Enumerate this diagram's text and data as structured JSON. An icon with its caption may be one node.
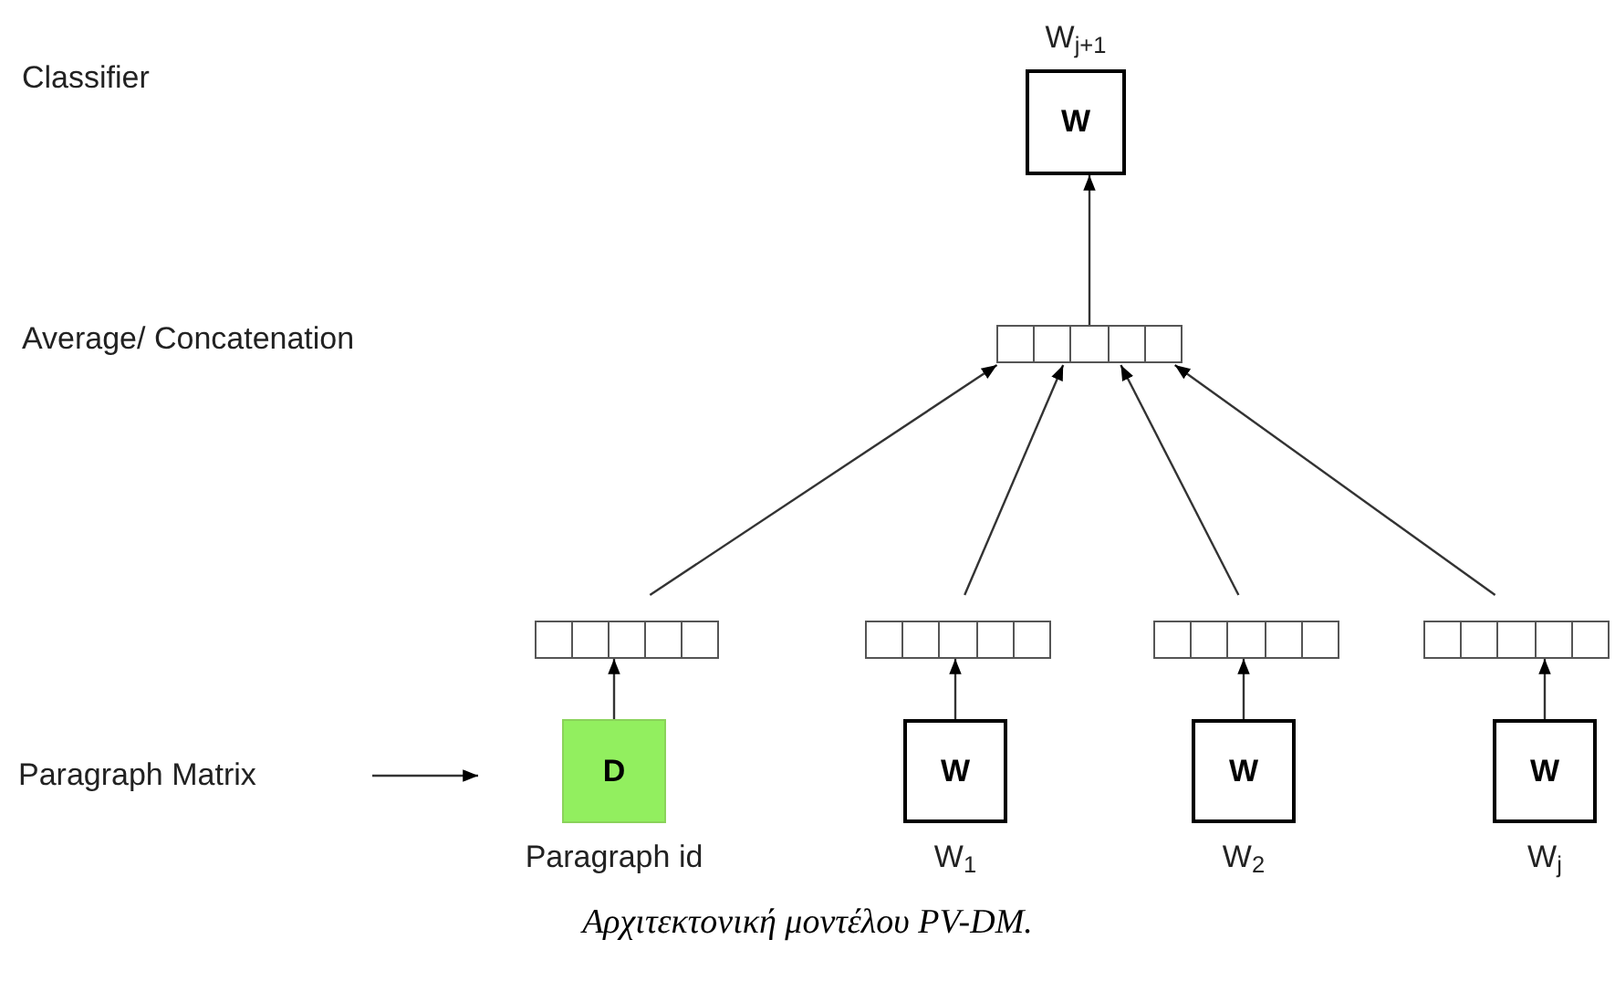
{
  "diagram": {
    "caption": "Αρχιτεκτονική μοντέλου PV-DM.",
    "nodes": [
      {
        "text": [
          "W"
        ],
        "beside": [
          "W$_{j+1}$"
        ]
      },
      {
        "text": [],
        "shape": "bar"
      },
      {
        "text": [],
        "shape": "bar"
      },
      {
        "text": [],
        "shape": "bar"
      },
      {
        "text": [],
        "shape": "bar"
      },
      {
        "text": [],
        "shape": "bar"
      },
      {
        "text": [
          "D"
        ],
        "beside": [
          "Paragraph id"
        ]
      },
      {
        "text": [
          "W"
        ],
        "beside": [
          "W$_{1}$"
        ]
      },
      {
        "text": [
          "W"
        ],
        "beside": [
          "W$_{2}$"
        ]
      },
      {
        "text": [
          "W"
        ],
        "beside": [
          "W$_{j}$"
        ]
      },
      {
        "text": [
          "Paragraph Matrix"
        ]
      }
    ],
    "edges": [
      {
        "from": 1,
        "to": 0,
        "arrow": "to"
      },
      {
        "from": 2,
        "to": 1,
        "arrow": "to"
      },
      {
        "from": 3,
        "to": 1,
        "arrow": "to"
      },
      {
        "from": 4,
        "to": 1,
        "arrow": "to"
      },
      {
        "from": 5,
        "to": 1,
        "arrow": "to"
      },
      {
        "from": 6,
        "to": 2,
        "arrow": "to"
      },
      {
        "from": 7,
        "to": 3,
        "arrow": "to"
      },
      {
        "from": 8,
        "to": 4,
        "arrow": "to"
      },
      {
        "from": 9,
        "to": 5,
        "arrow": "to"
      },
      {
        "from": 10,
        "to": 6,
        "arrow": "to"
      }
    ],
    "labels": [
      "Classifier",
      "Average/ Concatenation"
    ]
  }
}
